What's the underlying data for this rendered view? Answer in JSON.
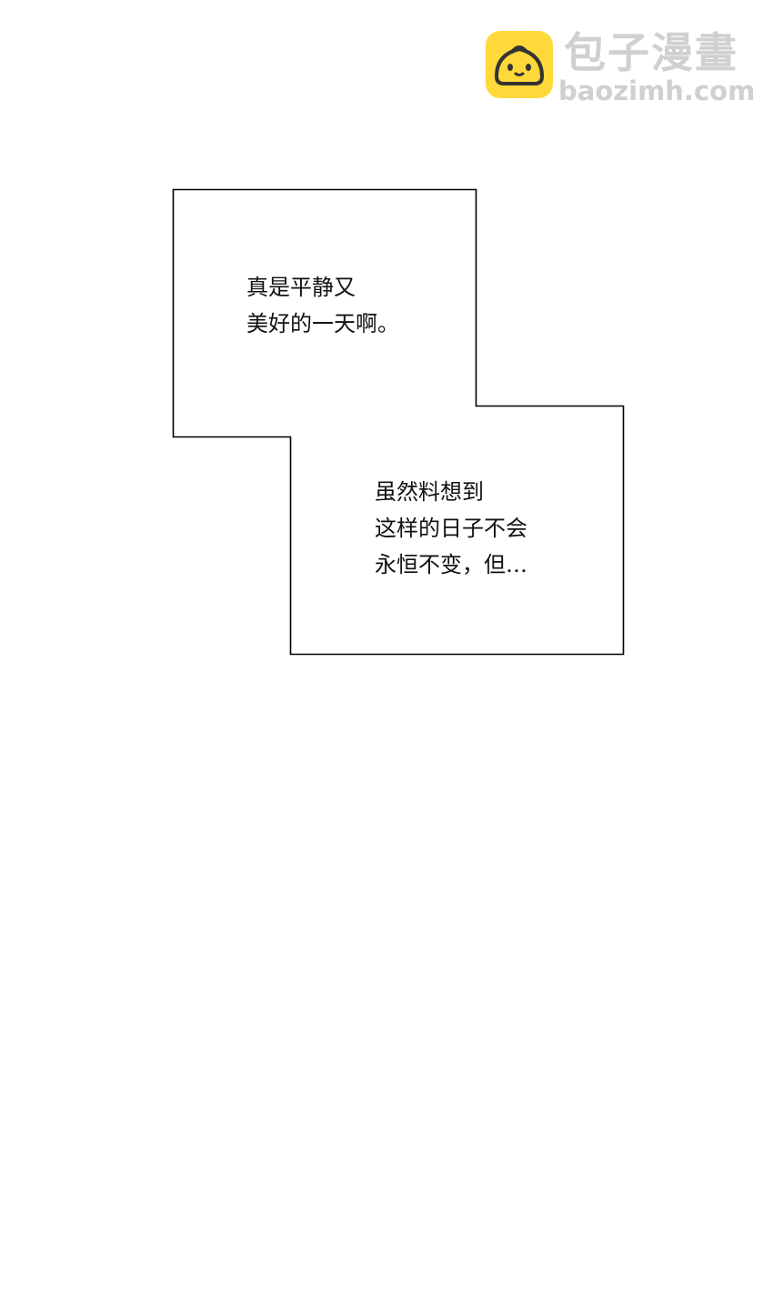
{
  "watermark": {
    "title": "包子漫畫",
    "domain": "baozimh.com",
    "logo_icon": "steamed-bun-icon",
    "logo_color": "#FFD83A"
  },
  "captions": {
    "first": {
      "lines": [
        "真是平静又",
        "美好的一天啊。"
      ]
    },
    "second": {
      "lines": [
        "虽然料想到",
        "这样的日子不会",
        "永恒不变，但…"
      ]
    }
  }
}
